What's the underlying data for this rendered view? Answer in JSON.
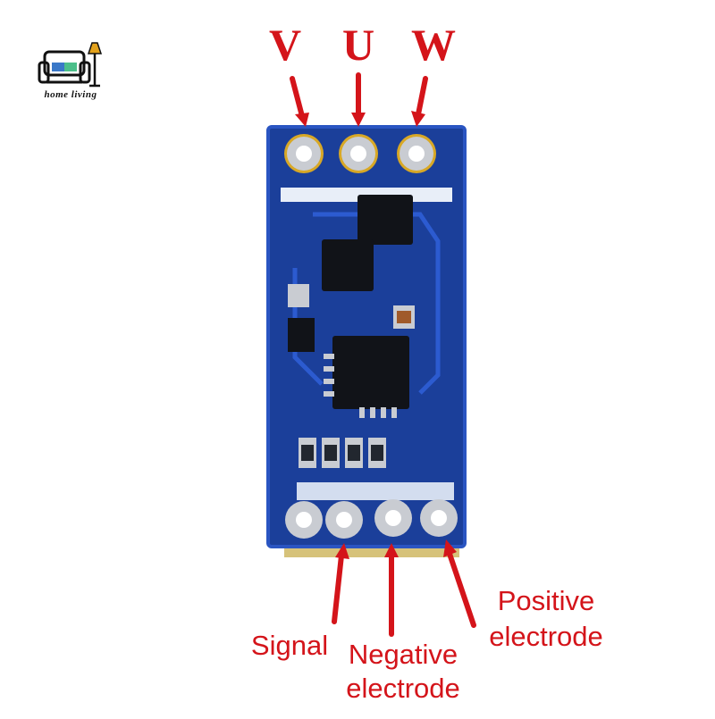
{
  "brand": {
    "logo_text": "home living"
  },
  "colors": {
    "label_red": "#d4141a",
    "board_blue": "#1b3f9a",
    "board_edge": "#2a55c2",
    "silkscreen": "#e8eef8",
    "chip_black": "#111318",
    "pad_silver": "#c9ccd2",
    "pad_gold": "#d8a826",
    "logo_gold": "#e3a21c"
  },
  "phases": [
    {
      "label": "V"
    },
    {
      "label": "U"
    },
    {
      "label": "W"
    }
  ],
  "pins": {
    "signal": "Signal",
    "negative_line1": "Negative",
    "negative_line2": "electrode",
    "positive_line1": "Positive",
    "positive_line2": "electrode"
  }
}
